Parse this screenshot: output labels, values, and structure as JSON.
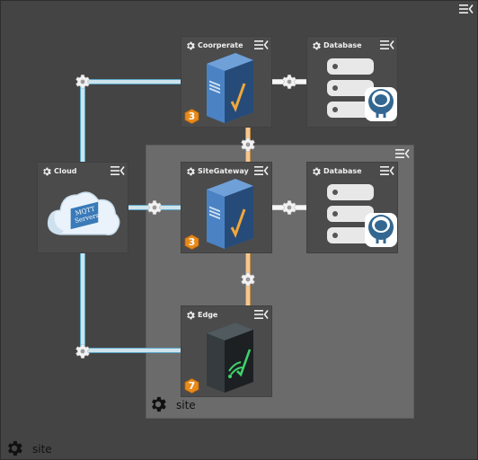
{
  "diagram": {
    "outer_region": {
      "label": "site"
    },
    "inner_region": {
      "label": "site"
    },
    "nodes": {
      "cloud": {
        "title": "Cloud",
        "icon": "mqtt-cloud-icon",
        "cloud_text_1": "MQTT",
        "cloud_text_2": "Servers"
      },
      "cooperate": {
        "title": "Coorperate",
        "icon": "server-icon",
        "badge": "3"
      },
      "cooperate_db": {
        "title": "Database",
        "icon": "postgres-database-icon"
      },
      "sitegateway": {
        "title": "SiteGateway",
        "icon": "server-icon",
        "badge": "3"
      },
      "sitegateway_db": {
        "title": "Database",
        "icon": "postgres-database-icon"
      },
      "edge": {
        "title": "Edge",
        "icon": "edge-device-icon",
        "badge": "7"
      }
    },
    "colors": {
      "link_blue": "#5aa7c7",
      "link_orange": "#c98a3f",
      "badge_orange": "#e88a1a",
      "server_blue": "#2f5f98"
    }
  }
}
